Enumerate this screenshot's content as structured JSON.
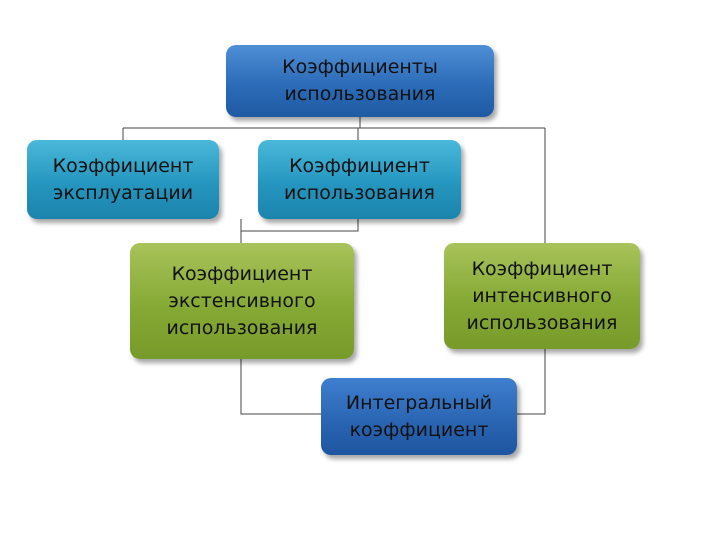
{
  "diagram": {
    "root": {
      "label": "Коэффициенты\nиспользования"
    },
    "exploitation": {
      "label": "Коэффициент\nэксплуатации"
    },
    "usage": {
      "label": "Коэффициент\nиспользования"
    },
    "extensive": {
      "label": "Коэффициент\nэкстенсивного\nиспользования"
    },
    "intensive": {
      "label": "Коэффициент\nинтенсивного\nиспользования"
    },
    "integral": {
      "label": "Интегральный\nкоэффициент"
    }
  }
}
